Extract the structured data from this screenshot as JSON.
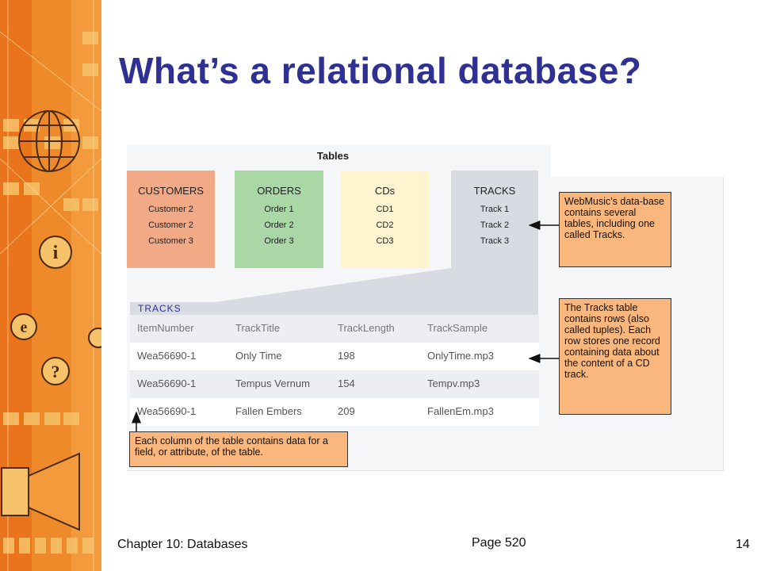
{
  "slide": {
    "title": "What’s a relational database?"
  },
  "figure": {
    "heading": "Tables",
    "tables": [
      {
        "name": "CUSTOMERS",
        "rows": [
          "Customer 2",
          "Customer 2",
          "Customer 3"
        ],
        "color": "#f2a985"
      },
      {
        "name": "ORDERS",
        "rows": [
          "Order 1",
          "Order 2",
          "Order 3"
        ],
        "color": "#a9d7a5"
      },
      {
        "name": "CDs",
        "rows": [
          "CD1",
          "CD2",
          "CD3"
        ],
        "color": "#fff4d0"
      },
      {
        "name": "TRACKS",
        "rows": [
          "Track 1",
          "Track 2",
          "Track 3"
        ],
        "color": "#d9dbe3"
      }
    ],
    "detail": {
      "label": "TRACKS",
      "columns": [
        "ItemNumber",
        "TrackTitle",
        "TrackLength",
        "TrackSample"
      ],
      "rows": [
        [
          "Wea56690-1",
          "Only Time",
          "198",
          "OnlyTime.mp3"
        ],
        [
          "Wea56690-1",
          "Tempus Vernum",
          "154",
          "Tempv.mp3"
        ],
        [
          "Wea56690-1",
          "Fallen Embers",
          "209",
          "FallenEm.mp3"
        ]
      ]
    },
    "callouts": {
      "tables_note": "WebMusic’s data-base contains several tables, including one called Tracks.",
      "rows_note": "The Tracks table contains rows (also called tuples). Each row stores one record containing data about the content of a CD track.",
      "columns_note": "Each column of the table contains data for a field, or attribute, of the table."
    }
  },
  "footer": {
    "chapter": "Chapter 10: Databases",
    "page": "Page 520",
    "slide_number": "14"
  },
  "colors": {
    "title": "#2e3192",
    "callout": "#f9b77d",
    "side_band": "#ef8a2a"
  },
  "icons": [
    "globe-icon",
    "info-icon",
    "e-icon",
    "question-icon",
    "speaker-icon"
  ]
}
